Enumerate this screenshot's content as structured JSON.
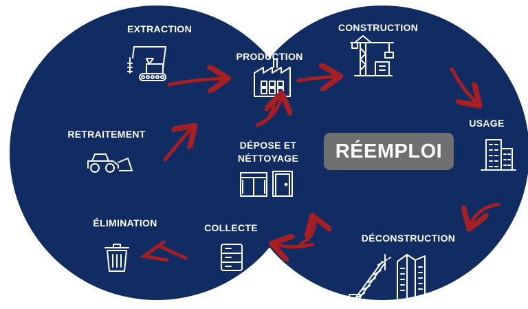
{
  "colors": {
    "circle": "#112c63",
    "arrow": "#a51f23",
    "badge": "#6f6f6f",
    "text": "#ffffff"
  },
  "center_label": "RÉEMPLOI",
  "stages": {
    "extraction": "EXTRACTION",
    "production": "PRODUCTION",
    "construction": "CONSTRUCTION",
    "usage": "USAGE",
    "deconstruction": "DÉCONSTRUCTION",
    "depose": "DÉPOSE ET\nNÉTTOYAGE",
    "collecte": "COLLECTE",
    "elimination": "ÉLIMINATION",
    "retraitement": "RETRAITEMENT"
  },
  "icons": {
    "extraction": "excavator-icon",
    "production": "factory-icon",
    "construction": "tower-crane-icon",
    "usage": "office-building-icon",
    "deconstruction": "demolition-crane-icon",
    "depose": "window-door-icon",
    "collecte": "storage-rack-icon",
    "elimination": "trash-bin-icon",
    "retraitement": "bulldozer-icon"
  }
}
